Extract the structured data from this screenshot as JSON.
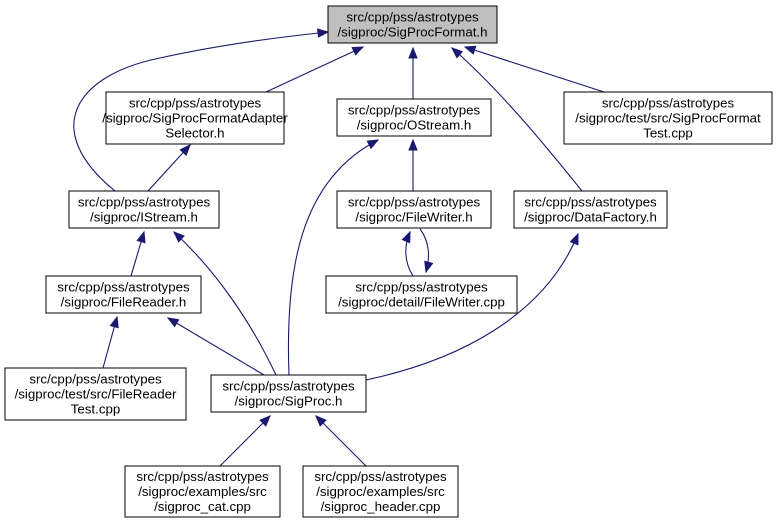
{
  "diagram": {
    "root_fill": "#bfbfbf",
    "edge_color": "#191970",
    "nodes": [
      {
        "id": "sigprocformat_h",
        "lines": [
          "src/cpp/pss/astrotypes",
          "/sigproc/SigProcFormat.h"
        ],
        "highlighted": true
      },
      {
        "id": "sigprocformatadapterselector_h",
        "lines": [
          "src/cpp/pss/astrotypes",
          "/sigproc/SigProcFormatAdapter",
          "Selector.h"
        ]
      },
      {
        "id": "ostream_h",
        "lines": [
          "src/cpp/pss/astrotypes",
          "/sigproc/OStream.h"
        ]
      },
      {
        "id": "sigprocformattest_cpp",
        "lines": [
          "src/cpp/pss/astrotypes",
          "/sigproc/test/src/SigProcFormat",
          "Test.cpp"
        ]
      },
      {
        "id": "istream_h",
        "lines": [
          "src/cpp/pss/astrotypes",
          "/sigproc/IStream.h"
        ]
      },
      {
        "id": "filewriter_h",
        "lines": [
          "src/cpp/pss/astrotypes",
          "/sigproc/FileWriter.h"
        ]
      },
      {
        "id": "datafactory_h",
        "lines": [
          "src/cpp/pss/astrotypes",
          "/sigproc/DataFactory.h"
        ]
      },
      {
        "id": "filereader_h",
        "lines": [
          "src/cpp/pss/astrotypes",
          "/sigproc/FileReader.h"
        ]
      },
      {
        "id": "filewriter_cpp",
        "lines": [
          "src/cpp/pss/astrotypes",
          "/sigproc/detail/FileWriter.cpp"
        ]
      },
      {
        "id": "filereadertest_cpp",
        "lines": [
          "src/cpp/pss/astrotypes",
          "/sigproc/test/src/FileReader",
          "Test.cpp"
        ]
      },
      {
        "id": "sigproc_h",
        "lines": [
          "src/cpp/pss/astrotypes",
          "/sigproc/SigProc.h"
        ]
      },
      {
        "id": "sigproc_cat_cpp",
        "lines": [
          "src/cpp/pss/astrotypes",
          "/sigproc/examples/src",
          "/sigproc_cat.cpp"
        ]
      },
      {
        "id": "sigproc_header_cpp",
        "lines": [
          "src/cpp/pss/astrotypes",
          "/sigproc/examples/src",
          "/sigproc_header.cpp"
        ]
      }
    ],
    "edges": [
      {
        "from": "sigprocformatadapterselector_h",
        "to": "sigprocformat_h"
      },
      {
        "from": "ostream_h",
        "to": "sigprocformat_h"
      },
      {
        "from": "sigprocformattest_cpp",
        "to": "sigprocformat_h"
      },
      {
        "from": "istream_h",
        "to": "sigprocformat_h"
      },
      {
        "from": "datafactory_h",
        "to": "sigprocformat_h"
      },
      {
        "from": "istream_h",
        "to": "sigprocformatadapterselector_h"
      },
      {
        "from": "filewriter_h",
        "to": "ostream_h"
      },
      {
        "from": "sigproc_h",
        "to": "ostream_h"
      },
      {
        "from": "filereader_h",
        "to": "istream_h"
      },
      {
        "from": "sigproc_h",
        "to": "istream_h"
      },
      {
        "from": "filewriter_cpp",
        "to": "filewriter_h"
      },
      {
        "from": "filewriter_h",
        "to": "filewriter_cpp"
      },
      {
        "from": "sigproc_h",
        "to": "datafactory_h"
      },
      {
        "from": "filereadertest_cpp",
        "to": "filereader_h"
      },
      {
        "from": "sigproc_h",
        "to": "filereader_h"
      },
      {
        "from": "sigproc_cat_cpp",
        "to": "sigproc_h"
      },
      {
        "from": "sigproc_header_cpp",
        "to": "sigproc_h"
      }
    ]
  }
}
